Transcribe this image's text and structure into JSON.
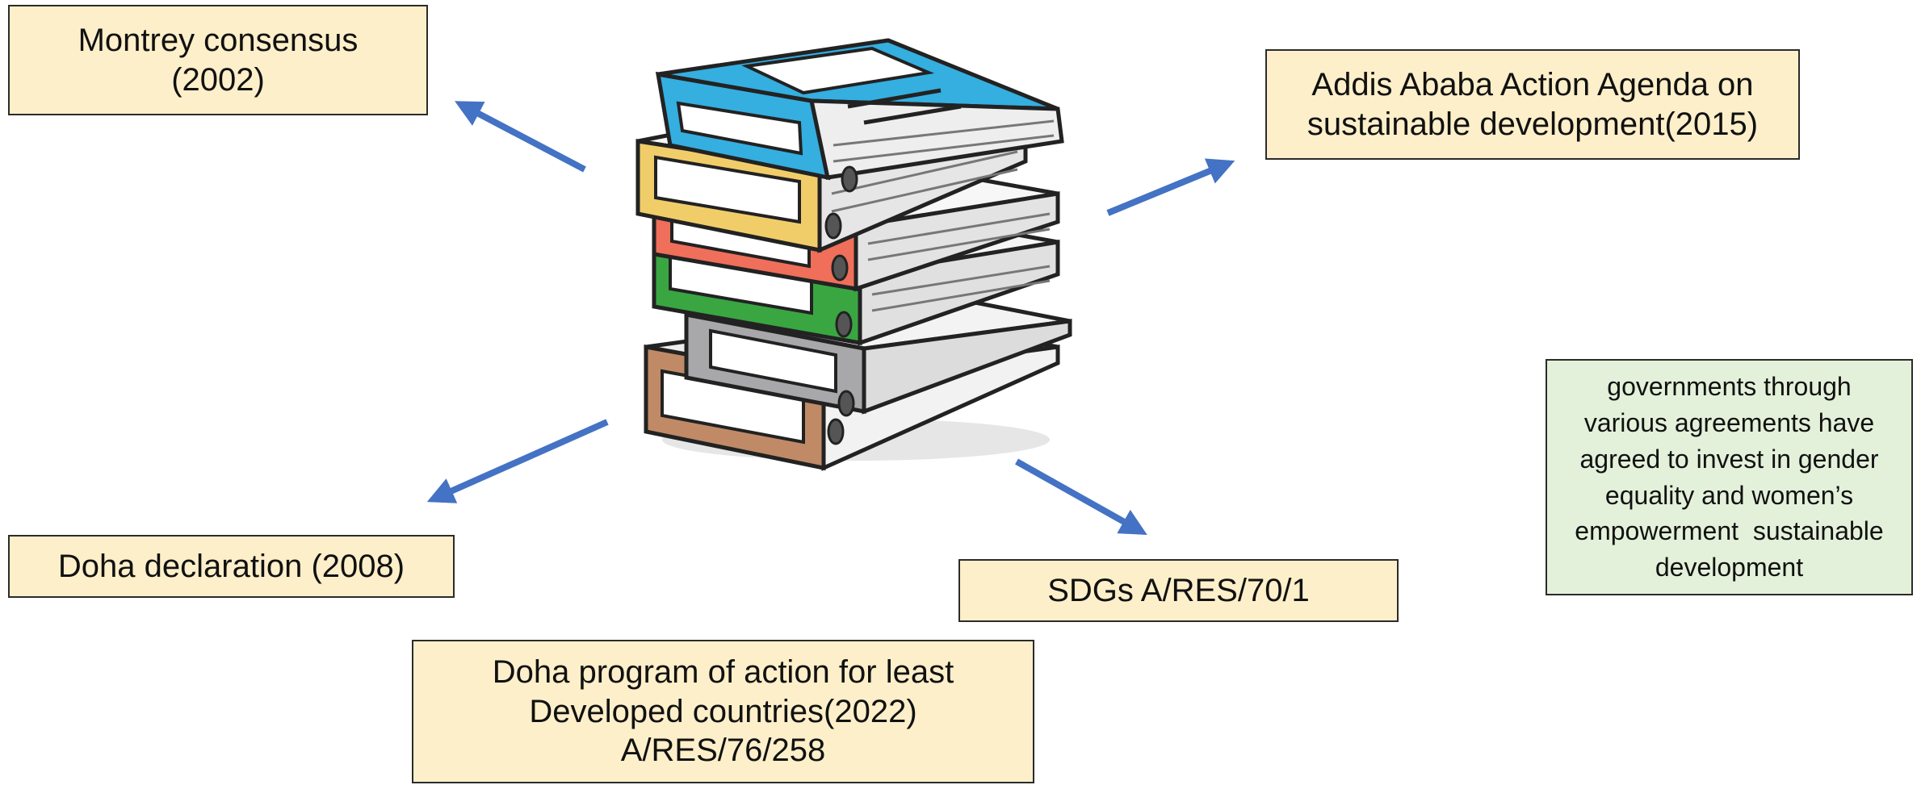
{
  "colors": {
    "arrow": "#4472c4",
    "agreement_fill": "#fdefc9",
    "note_fill": "#e4f1da",
    "border": "#2b2b2b",
    "binders": [
      "#35aee0",
      "#f1cd6a",
      "#ef6f5a",
      "#3aa642",
      "#a8a8aa",
      "#c08a67"
    ]
  },
  "icons": {
    "center_image": "binder-stack-icon",
    "arrow": "arrow-icon"
  },
  "agreements": {
    "montrey": {
      "lines": [
        "Montrey consensus",
        "(2002)"
      ]
    },
    "addis": {
      "lines": [
        "Addis Ababa Action Agenda on",
        "sustainable development(2015)"
      ]
    },
    "doha_declaration": {
      "lines": [
        "Doha declaration (2008)"
      ]
    },
    "sdgs": {
      "lines": [
        "SDGs A/RES/70/1"
      ]
    },
    "doha_program": {
      "lines": [
        "Doha program of action for least",
        "Developed countries(2022)",
        "A/RES/76/258"
      ]
    }
  },
  "note": {
    "lines": [
      "governments through",
      "various agreements have",
      "agreed to invest in gender",
      "equality and women’s",
      "empowerment  sustainable",
      "development"
    ]
  }
}
